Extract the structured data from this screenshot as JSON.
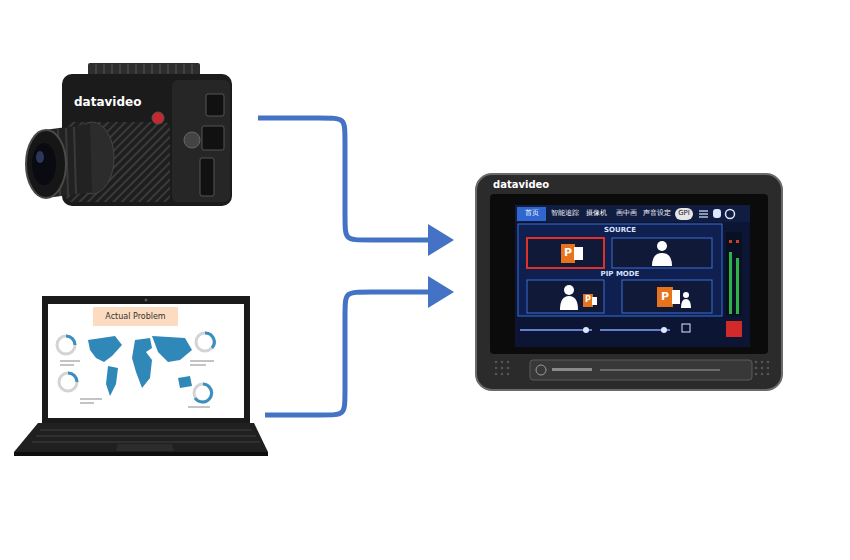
{
  "diagram": {
    "nodes": [
      {
        "text": [
          "datavideo"
        ]
      },
      {
        "text": [
          "Actual Problem"
        ]
      },
      {
        "text": [
          "datavideo"
        ]
      }
    ],
    "edges": [
      {
        "from": 0,
        "to": 2,
        "arrow": "to"
      },
      {
        "from": 1,
        "to": 2,
        "arrow": "to"
      }
    ],
    "labels": [
      "首页",
      "智能追踪",
      "摄像机",
      "画中画",
      "声音设定",
      "GPI",
      "SOURCE",
      "P",
      "PIP MODE",
      "P",
      "P"
    ]
  }
}
